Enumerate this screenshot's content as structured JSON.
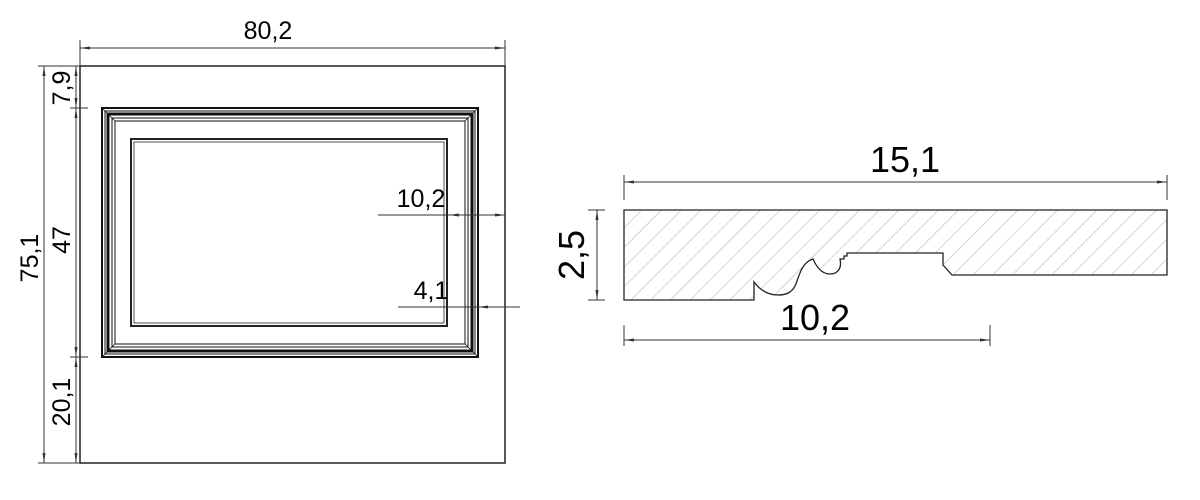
{
  "front_view": {
    "width_label": "80,2",
    "height_label": "75,1",
    "top_margin_label": "7,9",
    "frame_height_label": "47",
    "bottom_margin_label": "20,1",
    "side_margin_label": "10,2",
    "moulding_width_label": "4,1"
  },
  "profile_section": {
    "width_label": "15,1",
    "height_label": "2,5",
    "inner_width_label": "10,2"
  },
  "colors": {
    "line": "#000000",
    "hatch": "#999999"
  }
}
